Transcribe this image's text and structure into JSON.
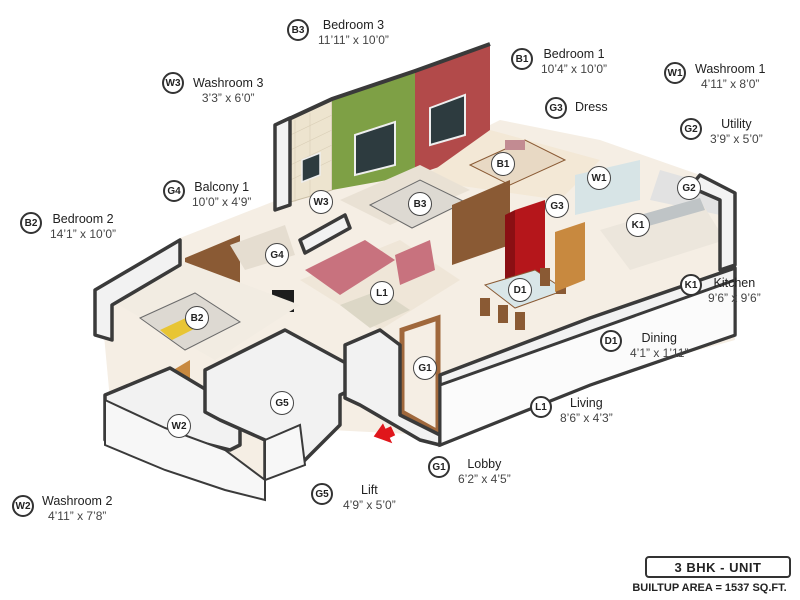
{
  "rooms": [
    {
      "id": "B3",
      "code": "B3",
      "name": "Bedroom 3",
      "dim": "11’11” x 10’0”"
    },
    {
      "id": "B1",
      "code": "B1",
      "name": "Bedroom 1",
      "dim": "10’4” x 10’0”"
    },
    {
      "id": "W1",
      "code": "W1",
      "name": "Washroom 1",
      "dim": "4’11” x 8’0”"
    },
    {
      "id": "W3",
      "code": "W3",
      "name": "Washroom 3",
      "dim": "3’3” x 6’0”"
    },
    {
      "id": "G3",
      "code": "G3",
      "name": "Dress",
      "dim": ""
    },
    {
      "id": "G2",
      "code": "G2",
      "name": "Utility",
      "dim": "3’9” x 5’0”"
    },
    {
      "id": "G4",
      "code": "G4",
      "name": "Balcony 1",
      "dim": "10’0” x 4’9”"
    },
    {
      "id": "B2",
      "code": "B2",
      "name": "Bedroom 2",
      "dim": "14’1” x 10’0”"
    },
    {
      "id": "K1",
      "code": "K1",
      "name": "Kitchen",
      "dim": "9’6” x 9’6”"
    },
    {
      "id": "D1",
      "code": "D1",
      "name": "Dining",
      "dim": "4’1” x 1’11”"
    },
    {
      "id": "L1",
      "code": "L1",
      "name": "Living",
      "dim": "8’6” x 4’3”"
    },
    {
      "id": "G1",
      "code": "G1",
      "name": "Lobby",
      "dim": "6’2” x 4’5”"
    },
    {
      "id": "G5",
      "code": "G5",
      "name": "Lift",
      "dim": "4’9” x 5’0”"
    },
    {
      "id": "W2",
      "code": "W2",
      "name": "Washroom 2",
      "dim": "4’11” x 7’8”"
    }
  ],
  "map_markers": [
    "B3",
    "B1",
    "W1",
    "W3",
    "G3",
    "G2",
    "G4",
    "B2",
    "K1",
    "D1",
    "L1",
    "G1",
    "G5",
    "W2"
  ],
  "unit": {
    "type": "3 BHK - UNIT",
    "builtup": "BUILTUP AREA = 1537 SQ.FT."
  },
  "colors": {
    "wall_top": "#3a3a3a",
    "wall_face": "#f2f2f2",
    "floor": "#f5eee4",
    "green_wall": "#7ea045",
    "red_wall": "#b24a4a",
    "tile_wall": "#ede4cf",
    "wood": "#8a5a34",
    "sofa": "#c8727e",
    "fridge": "#b5161b",
    "entry_arrow": "#e0161b"
  },
  "icons": {
    "entry": "entry-arrow-icon"
  }
}
